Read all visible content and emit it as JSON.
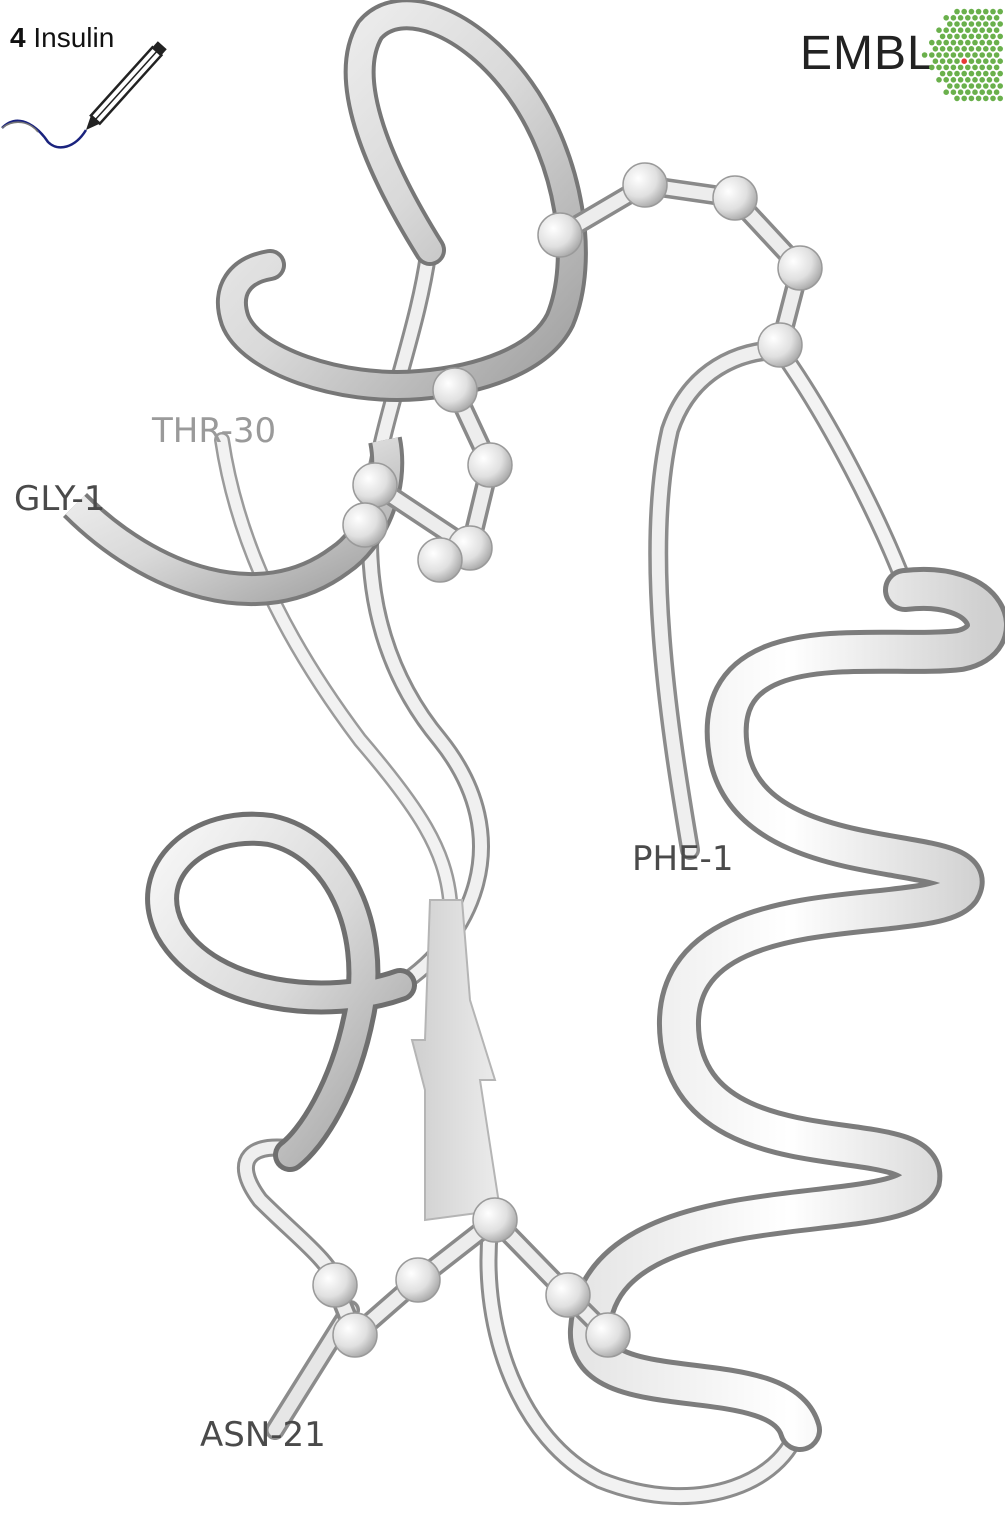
{
  "figure": {
    "number": "4",
    "title": "Insulin"
  },
  "logo": {
    "text": "EMBL",
    "dot_color": "#6ab04c",
    "accent_color": "#e53935"
  },
  "labels": {
    "gly": "GLY-1",
    "thr": "THR-30",
    "phe": "PHE-1",
    "asn": "ASN-21"
  },
  "colors": {
    "ribbon_light": "#f4f4f4",
    "ribbon_mid": "#d8d8d8",
    "ribbon_dark": "#9c9c9c",
    "outline": "#7a7a7a"
  }
}
